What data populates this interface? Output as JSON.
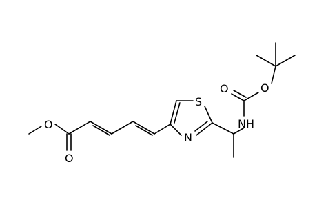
{
  "molecule": {
    "atom_labels": {
      "ester_methyl_oxygen": "O",
      "ester_carbonyl_oxygen": "O",
      "thiazole_sulfur": "S",
      "thiazole_nitrogen": "N",
      "carbamate_nh": "NH",
      "carbamate_carbonyl_oxygen": "O",
      "carbamate_ether_oxygen": "O"
    }
  },
  "colors": {
    "bond": "#000000",
    "text": "#000000",
    "background": "#ffffff"
  }
}
